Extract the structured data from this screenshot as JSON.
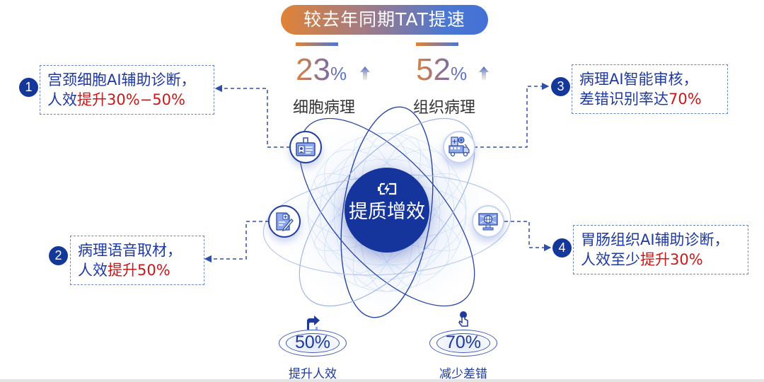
{
  "header": {
    "title": "较去年同期TAT提速"
  },
  "stats": [
    {
      "value": "23",
      "unit": "%",
      "trend": "up",
      "label": "细胞病理"
    },
    {
      "value": "52",
      "unit": "%",
      "trend": "up",
      "label": "组织病理"
    }
  ],
  "center": {
    "icon": "battery-charge-icon",
    "label": "提质增效"
  },
  "callouts": [
    {
      "number": "1",
      "line1": "宫颈细胞AI辅助诊断，",
      "line2_prefix": "人效",
      "line2_highlight": "提升30%−50%",
      "icon": "id-card-icon"
    },
    {
      "number": "2",
      "line1": "病理语音取材，",
      "line2_prefix": "人效",
      "line2_highlight": "提升50%",
      "icon": "medical-record-pen-icon"
    },
    {
      "number": "3",
      "line1": "病理AI智能审核，",
      "line2_prefix": "差错识别率达",
      "line2_highlight": "70%",
      "icon": "mobile-lab-truck-icon"
    },
    {
      "number": "4",
      "line1": "胃肠组织AI辅助诊断，",
      "line2_prefix": "人效至少",
      "line2_highlight": "提升30%",
      "icon": "monitor-globe-icon"
    }
  ],
  "metrics": [
    {
      "value": "50%",
      "label": "提升人效",
      "icon": "share-arrow-icon"
    },
    {
      "value": "70%",
      "label": "减少差错",
      "icon": "hand-pointer-icon"
    }
  ],
  "colors": {
    "primary": "#15359d",
    "highlight": "#c81818",
    "gradient_start": "#e08336",
    "gradient_end": "#4470d6",
    "dashed_line": "#2f4fa8"
  }
}
